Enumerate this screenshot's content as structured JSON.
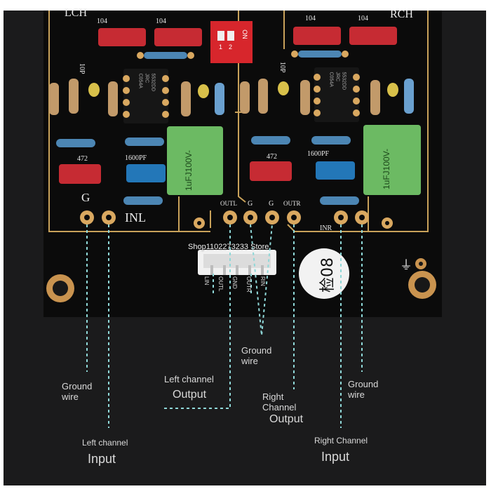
{
  "board": {
    "channel_left": "LCH",
    "channel_right": "RCH",
    "dip_switch": {
      "on_label": "ON",
      "pos1": "1",
      "pos2": "2"
    },
    "chip_marks": [
      "5532DD",
      "JRC",
      "C054A"
    ],
    "chip_marks_right": [
      "5532DD",
      "JRC",
      "C054A"
    ],
    "cap_104": "104",
    "cap_10p": "10P",
    "cap_472": "472",
    "cap_1600pf": "1600PF",
    "film_cap": "1uFJ100V-",
    "pad_g": "G",
    "pad_inl": "INL",
    "pad_outl": "OUTL",
    "pad_g2": "G",
    "pad_g3": "G",
    "pad_outr": "OUTR",
    "pad_inr": "INR",
    "connector_pins": [
      "LIN",
      "OUTL",
      "GND",
      "OUTR",
      "RIN"
    ],
    "watermark": "Shop1102273233 Store",
    "qc_sticker": "检08",
    "ground_symbol": "⏚"
  },
  "annotations": {
    "ground_left": [
      "Ground",
      "wire"
    ],
    "left_output": [
      "Left channel",
      "Output"
    ],
    "ground_middle": [
      "Ground",
      "wire"
    ],
    "right_output": [
      "Right",
      "Channel",
      "Output"
    ],
    "ground_right": [
      "Ground",
      "wire"
    ],
    "left_input": [
      "Left channel",
      "Input"
    ],
    "right_input": [
      "Right Channel",
      "Input"
    ]
  },
  "colors": {
    "background": "#1b1b1c",
    "pcb": "#0b0b0b",
    "silkscreen": "#e8e8e8",
    "trace_outline": "#c9a25a",
    "capacitor_red": "#c62b33",
    "capacitor_blue": "#2377b8",
    "film_cap_green": "#6cba63",
    "dip_switch_red": "#d7262c",
    "pad_gold": "#d9a860",
    "guide_line": "#8fd8d8",
    "label_text": "#d9d9d9"
  }
}
